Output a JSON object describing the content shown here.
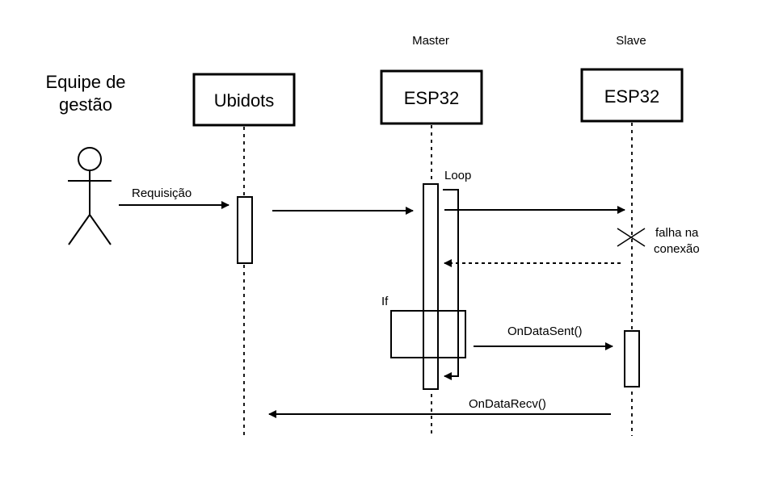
{
  "actor": {
    "name_line1": "Equipe de",
    "name_line2": "gestão"
  },
  "lifelines": {
    "ubidots": {
      "label": "Ubidots",
      "role": ""
    },
    "esp32_master": {
      "label": "ESP32",
      "role": "Master"
    },
    "esp32_slave": {
      "label": "ESP32",
      "role": "Slave"
    }
  },
  "messages": {
    "requisicao": "Requisição",
    "on_data_sent": "OnDataSent()",
    "on_data_recv": "OnDataRecv()"
  },
  "fragments": {
    "loop": "Loop",
    "if": "If"
  },
  "failure_note": {
    "line1": "falha na",
    "line2": "conexão"
  }
}
